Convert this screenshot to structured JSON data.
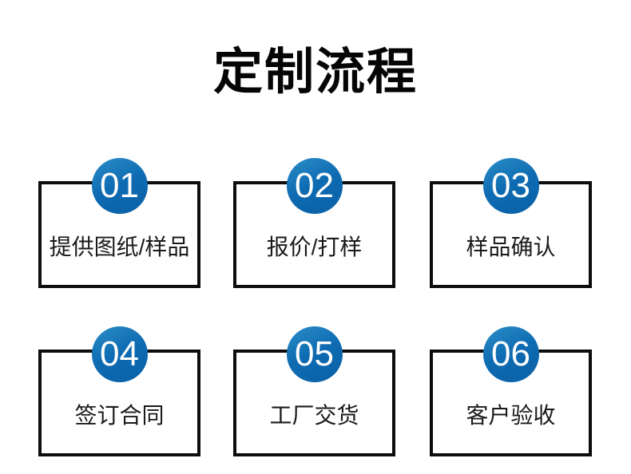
{
  "page": {
    "title": "定制流程",
    "background_color": "#ffffff",
    "title_color": "#050505",
    "card_border_color": "#0d0d0d",
    "badge_color": "#0e6bb2",
    "badge_gradient_top": "#2b8ec7",
    "badge_gradient_bottom": "#0a60a6",
    "badge_text_color": "#ffffff",
    "label_color": "#1a1a1a"
  },
  "steps": [
    {
      "number": "01",
      "label": "提供图纸/样品"
    },
    {
      "number": "02",
      "label": "报价/打样"
    },
    {
      "number": "03",
      "label": "样品确认"
    },
    {
      "number": "04",
      "label": "签订合同"
    },
    {
      "number": "05",
      "label": "工厂交货"
    },
    {
      "number": "06",
      "label": "客户验收"
    }
  ]
}
